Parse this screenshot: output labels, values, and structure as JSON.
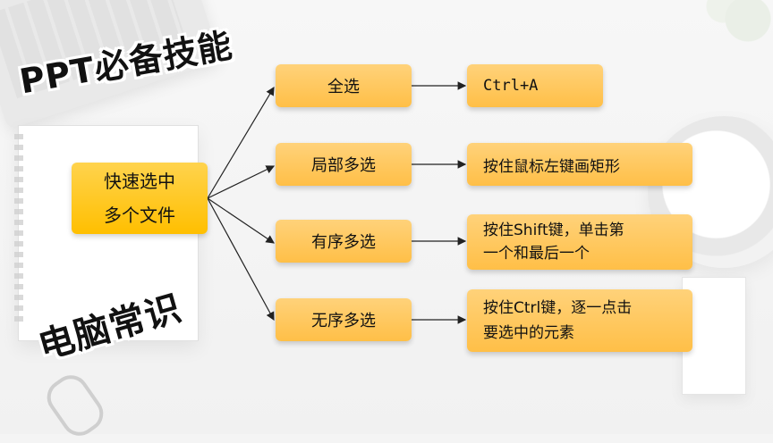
{
  "stickers": {
    "top_left": "PPT必备技能",
    "bottom_left": "电脑常识"
  },
  "diagram": {
    "root": {
      "line1": "快速选中",
      "line2": "多个文件"
    },
    "branches": [
      {
        "label": "全选",
        "detail": "Ctrl+A"
      },
      {
        "label": "局部多选",
        "detail": "按住鼠标左键画矩形"
      },
      {
        "label": "有序多选",
        "detail_line1": "按住Shift键，单击第",
        "detail_line2": "一个和最后一个"
      },
      {
        "label": "无序多选",
        "detail_line1": "按住Ctrl键，逐一点击",
        "detail_line2": "要选中的元素"
      }
    ]
  },
  "colors": {
    "box_fill": "#ffc85a",
    "root_fill": "#ffc400",
    "line": "#222222"
  }
}
